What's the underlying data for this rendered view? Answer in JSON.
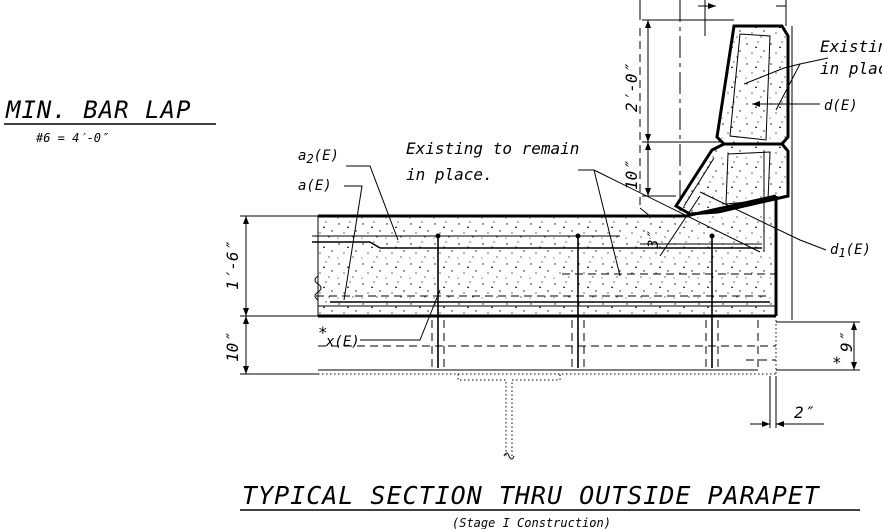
{
  "title": "TYPICAL SECTION THRU OUTSIDE PARAPET",
  "subtitle": "(Stage I Construction)",
  "lap": {
    "heading": "MIN. BAR LAP",
    "value": "#6 = 4′-0″"
  },
  "labels": {
    "existing_top_1": "Existin",
    "existing_top_2": "in plac",
    "remain_1": "Existing to remain",
    "remain_2": "in place.",
    "bar_d": "d(E)",
    "bar_d1_main": "d",
    "bar_d1_sub": "1",
    "bar_d1_tail": "(E)",
    "bar_a2_main": "a",
    "bar_a2_sub": "2",
    "bar_a2_tail": "(E)",
    "bar_a": "a(E)",
    "bar_x_star": "*",
    "bar_x": "x(E)",
    "star_9": "*"
  },
  "dims": {
    "top": "2′-0″",
    "curb": "10″",
    "slab": "1′-6″",
    "lower": "10″",
    "right": "9″",
    "cover": "2″",
    "small": "3″"
  }
}
